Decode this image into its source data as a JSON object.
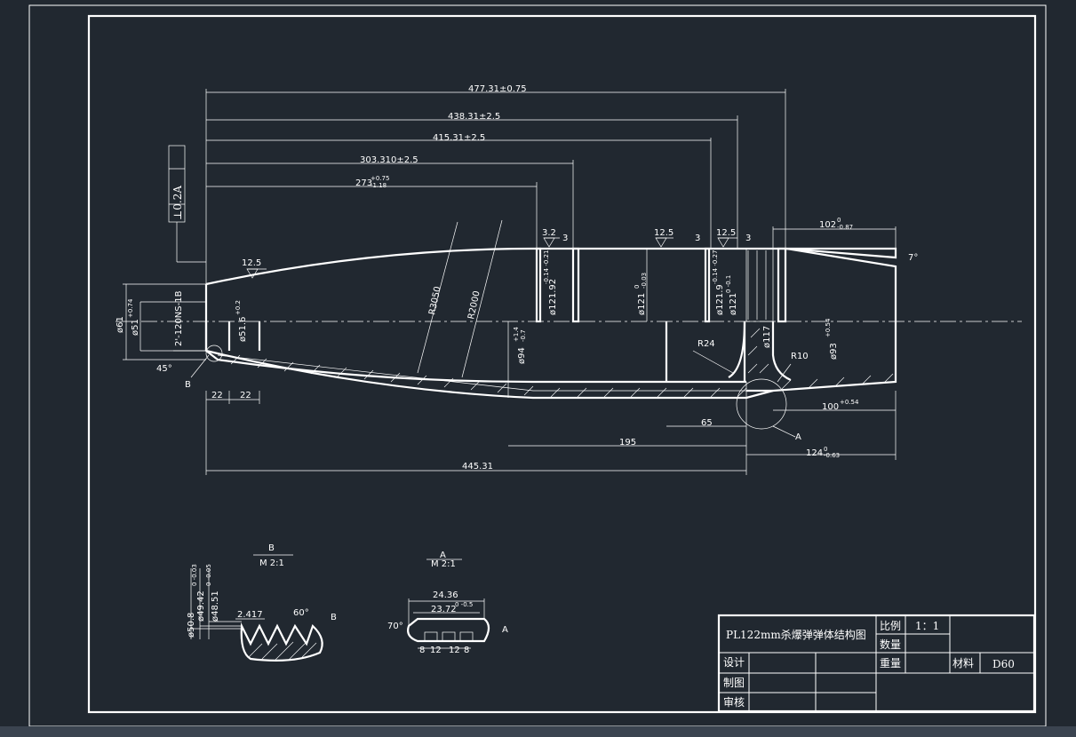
{
  "drawing": {
    "title": "PL122mm杀爆弹弹体结构图",
    "dims": {
      "overall": "477.31±0.75",
      "d2": "438.31±2.5",
      "d3": "415.31±2.5",
      "d4": "303.310±2.5",
      "d5": "273",
      "d5_tol_up": "+0.75",
      "d5_tol_dn": "-1.18",
      "tail": "102",
      "tail_tol_up": "0",
      "tail_tol_dn": "-0.87",
      "base_len": "445.31",
      "l195": "195",
      "l65": "65",
      "l124": "124",
      "l124_tol_up": "0",
      "l124_tol_dn": "-0.63",
      "l100": "100",
      "l100_tol": "+0.54",
      "l22a": "22",
      "l22b": "22",
      "r3050": "R3050",
      "r2000": "R2000",
      "r24": "R24",
      "r10": "R10",
      "thread": "2'-120NS-1B",
      "dia61": "ø61",
      "dia51": "ø51",
      "dia51_tol": "+0.74",
      "dia51_6": "ø51.6",
      "dia51_6_tol": "+0.2",
      "dia94": "ø94",
      "dia94_tol_up": "+1.4",
      "dia94_tol_dn": "-0.7",
      "dia121_9a": "ø121.92",
      "dia121_9a_tol": "-0.14 -0.21",
      "dia121": "ø121",
      "dia121_tol_up": "0",
      "dia121_tol_dn": "-0.03",
      "dia121_9b": "ø121.9",
      "dia121_9b_tol": "-0.14 -0.27",
      "dia121b": "ø121",
      "dia121b_tol": "0 -0.1",
      "dia117": "ø117",
      "dia93": "ø93",
      "dia93_tol": "+0.54",
      "rough_12_5a": "12.5",
      "rough_3_2": "3.2",
      "rough_12_5b": "12.5",
      "rough_12_5c": "12.5",
      "gap3a": "3",
      "gap3b": "3",
      "gap3c": "3",
      "angle45": "45°",
      "angle7": "7°",
      "label_b": "B",
      "label_a": "A",
      "tol_frame": "⊥0.2A"
    },
    "detail_b": {
      "label": "B",
      "scale": "M  2:1",
      "d50_8": "ø50.8",
      "d49_42": "ø49.42",
      "d49_42_tol": "0 -0.03",
      "d48_51": "ø48.51",
      "d48_51_tol": "0 -0.05",
      "pitch": "2.417",
      "angle": "60°",
      "side": "B"
    },
    "detail_a": {
      "label": "A",
      "scale": "M  2:1",
      "w1": "24.36",
      "w2": "23.72",
      "w2_tol": "0 -0.5",
      "angle": "70°",
      "g1": "8",
      "g2": "12",
      "g3": "12",
      "g4": "8",
      "side": "A"
    },
    "titleblock": {
      "name": "PL122mm杀爆弹弹体结构图",
      "scale_label": "比例",
      "scale_value": "1：1",
      "qty_label": "数量",
      "weight_label": "重量",
      "material_label": "材料",
      "material_value": "D60",
      "design_label": "设计",
      "draw_label": "制图",
      "review_label": "审核"
    }
  },
  "colors": {
    "background": "#212830",
    "lines": "#ffffff"
  }
}
